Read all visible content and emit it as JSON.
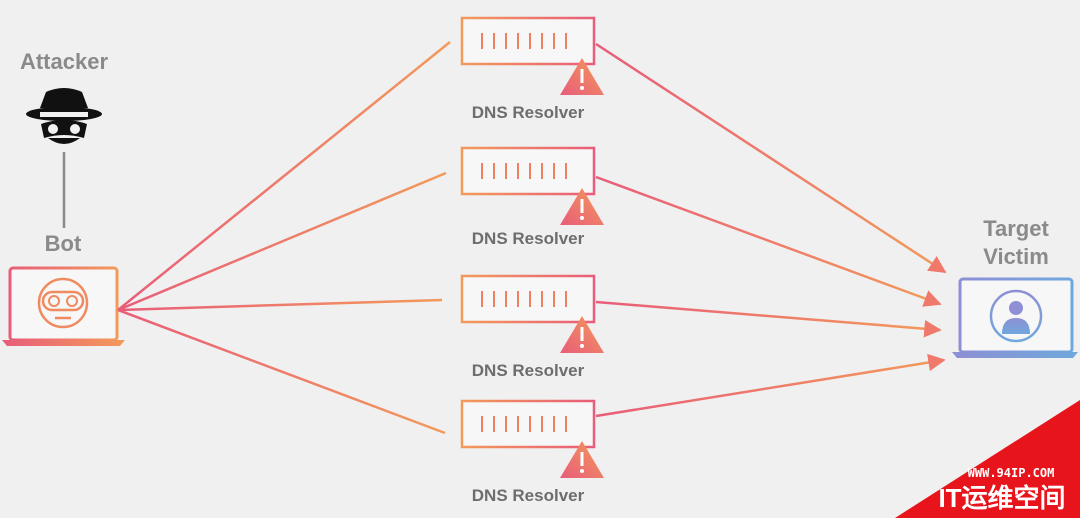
{
  "attacker": {
    "label": "Attacker",
    "icon": "spy-hat-mask-icon"
  },
  "bot": {
    "label": "Bot",
    "icon": "robot-laptop-icon"
  },
  "target": {
    "label_line1": "Target",
    "label_line2": "Victim",
    "icon": "user-laptop-icon"
  },
  "resolvers": [
    {
      "label": "DNS Resolver",
      "icon": "server-warning-icon"
    },
    {
      "label": "DNS Resolver",
      "icon": "server-warning-icon"
    },
    {
      "label": "DNS Resolver",
      "icon": "server-warning-icon"
    },
    {
      "label": "DNS Resolver",
      "icon": "server-warning-icon"
    }
  ],
  "watermark": {
    "url": "WWW.94IP.COM",
    "brand": "IT运维空间",
    "color": "#e8141c"
  },
  "colors": {
    "background": "#f0f0f0",
    "gradient_orange": "#f39a5a",
    "gradient_pink": "#e85d7a",
    "label_gray": "#8a8a8a",
    "victim_purple": "#8e8fd4",
    "victim_blue": "#6fa8dc"
  }
}
